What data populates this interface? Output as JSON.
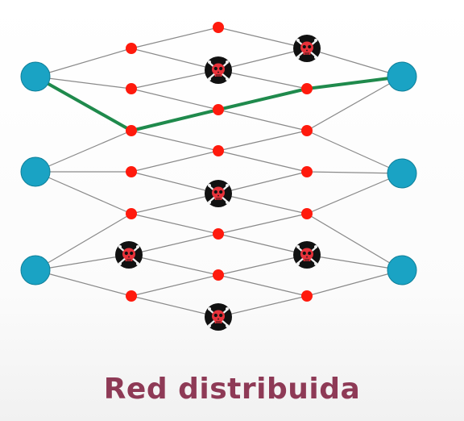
{
  "caption": "Red distribuida",
  "colors": {
    "endpoint": "#1aa3c4",
    "endpoint_stroke": "#0e7f99",
    "relay": "#ff1a0d",
    "edge": "#8a8a8a",
    "path": "#1f8a4c",
    "caption": "#8e3a56",
    "skull_bg": "#111111",
    "skull_face": "#e8323a"
  },
  "legend_icons": {
    "endpoint": "endpoint-node",
    "relay": "relay-node",
    "compromised": "skull-icon"
  }
}
